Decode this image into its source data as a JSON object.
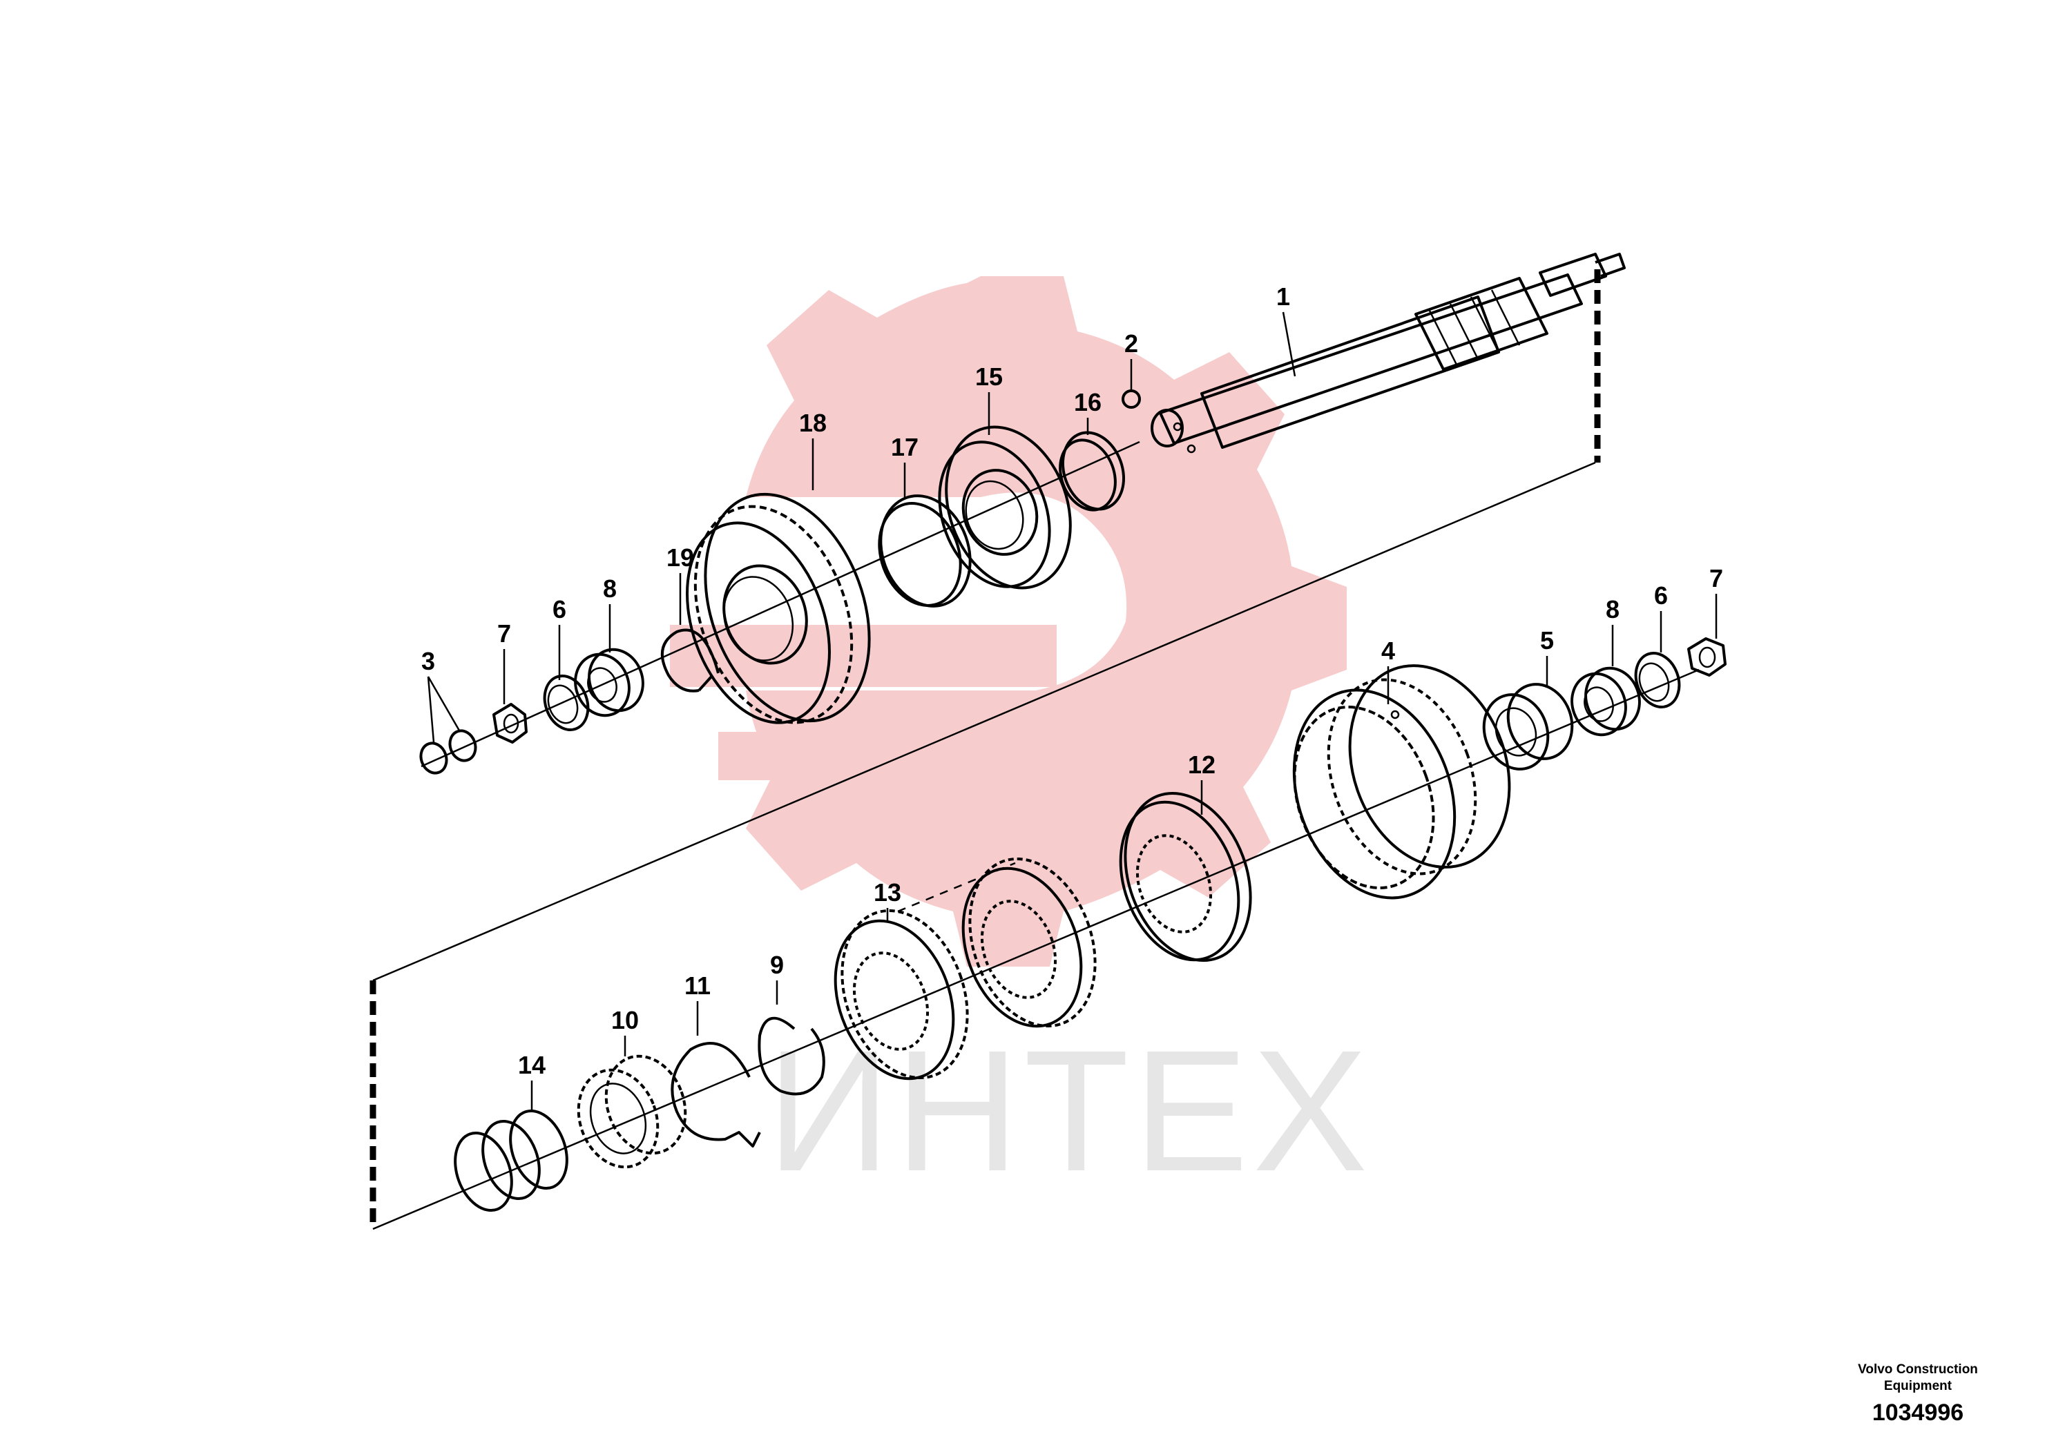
{
  "watermark": {
    "text": "ИНТЕХ",
    "logo": "gear-logo"
  },
  "callouts": {
    "p1": "1",
    "p2": "2",
    "p3": "3",
    "p4": "4",
    "p5": "5",
    "p6a": "6",
    "p6b": "6",
    "p7a": "7",
    "p7b": "7",
    "p8a": "8",
    "p8b": "8",
    "p9": "9",
    "p10": "10",
    "p11": "11",
    "p12": "12",
    "p13": "13",
    "p14": "14",
    "p15": "15",
    "p16": "16",
    "p17": "17",
    "p18": "18",
    "p19": "19"
  },
  "footer": {
    "maker": "Volvo Construction Equipment",
    "drawing_number": "1034996"
  },
  "colors": {
    "line": "#000000",
    "watermark_logo": "#f7cccc",
    "watermark_text": "#e6e6e6"
  }
}
